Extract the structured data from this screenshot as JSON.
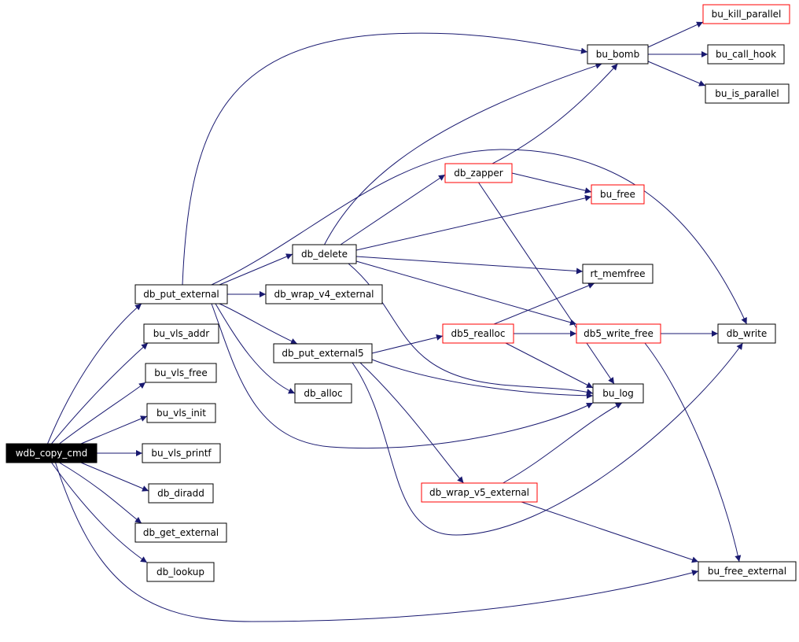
{
  "graph": {
    "nodes": [
      {
        "id": "wdb_copy_cmd",
        "label": "wdb_copy_cmd",
        "style": "root"
      },
      {
        "id": "db_put_external",
        "label": "db_put_external",
        "style": "plain"
      },
      {
        "id": "bu_vls_addr",
        "label": "bu_vls_addr",
        "style": "plain"
      },
      {
        "id": "bu_vls_free",
        "label": "bu_vls_free",
        "style": "plain"
      },
      {
        "id": "bu_vls_init",
        "label": "bu_vls_init",
        "style": "plain"
      },
      {
        "id": "bu_vls_printf",
        "label": "bu_vls_printf",
        "style": "plain"
      },
      {
        "id": "db_diradd",
        "label": "db_diradd",
        "style": "plain"
      },
      {
        "id": "db_get_external",
        "label": "db_get_external",
        "style": "plain"
      },
      {
        "id": "db_lookup",
        "label": "db_lookup",
        "style": "plain"
      },
      {
        "id": "db_delete",
        "label": "db_delete",
        "style": "plain"
      },
      {
        "id": "db_wrap_v4_external",
        "label": "db_wrap_v4_external",
        "style": "plain"
      },
      {
        "id": "db_put_external5",
        "label": "db_put_external5",
        "style": "plain"
      },
      {
        "id": "db_alloc",
        "label": "db_alloc",
        "style": "plain"
      },
      {
        "id": "db_zapper",
        "label": "db_zapper",
        "style": "linked"
      },
      {
        "id": "db5_realloc",
        "label": "db5_realloc",
        "style": "linked"
      },
      {
        "id": "db_wrap_v5_external",
        "label": "db_wrap_v5_external",
        "style": "linked"
      },
      {
        "id": "bu_bomb",
        "label": "bu_bomb",
        "style": "plain"
      },
      {
        "id": "bu_free",
        "label": "bu_free",
        "style": "linked"
      },
      {
        "id": "rt_memfree",
        "label": "rt_memfree",
        "style": "plain"
      },
      {
        "id": "db5_write_free",
        "label": "db5_write_free",
        "style": "linked"
      },
      {
        "id": "bu_log",
        "label": "bu_log",
        "style": "plain"
      },
      {
        "id": "bu_kill_parallel",
        "label": "bu_kill_parallel",
        "style": "linked"
      },
      {
        "id": "bu_call_hook",
        "label": "bu_call_hook",
        "style": "plain"
      },
      {
        "id": "bu_is_parallel",
        "label": "bu_is_parallel",
        "style": "plain"
      },
      {
        "id": "db_write",
        "label": "db_write",
        "style": "plain"
      },
      {
        "id": "bu_free_external",
        "label": "bu_free_external",
        "style": "plain"
      }
    ],
    "edges": [
      [
        "wdb_copy_cmd",
        "db_put_external"
      ],
      [
        "wdb_copy_cmd",
        "bu_vls_addr"
      ],
      [
        "wdb_copy_cmd",
        "bu_vls_free"
      ],
      [
        "wdb_copy_cmd",
        "bu_vls_init"
      ],
      [
        "wdb_copy_cmd",
        "bu_vls_printf"
      ],
      [
        "wdb_copy_cmd",
        "db_diradd"
      ],
      [
        "wdb_copy_cmd",
        "db_get_external"
      ],
      [
        "wdb_copy_cmd",
        "db_lookup"
      ],
      [
        "wdb_copy_cmd",
        "bu_free_external"
      ],
      [
        "db_put_external",
        "bu_bomb"
      ],
      [
        "db_put_external",
        "db_write"
      ],
      [
        "db_put_external",
        "db_delete"
      ],
      [
        "db_put_external",
        "db_wrap_v4_external"
      ],
      [
        "db_put_external",
        "db_put_external5"
      ],
      [
        "db_put_external",
        "db_alloc"
      ],
      [
        "db_put_external",
        "bu_log"
      ],
      [
        "db_delete",
        "bu_bomb"
      ],
      [
        "db_delete",
        "db_zapper"
      ],
      [
        "db_delete",
        "bu_free"
      ],
      [
        "db_delete",
        "rt_memfree"
      ],
      [
        "db_delete",
        "db5_write_free"
      ],
      [
        "db_delete",
        "bu_log"
      ],
      [
        "db_zapper",
        "bu_bomb"
      ],
      [
        "db_zapper",
        "bu_free"
      ],
      [
        "db_zapper",
        "bu_log"
      ],
      [
        "db_put_external5",
        "db5_realloc"
      ],
      [
        "db_put_external5",
        "bu_log"
      ],
      [
        "db_put_external5",
        "db_wrap_v5_external"
      ],
      [
        "db_put_external5",
        "db_write"
      ],
      [
        "db5_realloc",
        "rt_memfree"
      ],
      [
        "db5_realloc",
        "db5_write_free"
      ],
      [
        "db5_realloc",
        "bu_log"
      ],
      [
        "db5_write_free",
        "db_write"
      ],
      [
        "db5_write_free",
        "bu_free_external"
      ],
      [
        "db_wrap_v5_external",
        "bu_log"
      ],
      [
        "db_wrap_v5_external",
        "bu_free_external"
      ],
      [
        "bu_bomb",
        "bu_kill_parallel"
      ],
      [
        "bu_bomb",
        "bu_call_hook"
      ],
      [
        "bu_bomb",
        "bu_is_parallel"
      ]
    ],
    "colors": {
      "edge": "#191970",
      "plain_border": "#000000",
      "linked_border": "#ff0000",
      "root_fill": "#000000",
      "root_text": "#ffffff",
      "node_fill": "#ffffff",
      "text": "#000000"
    }
  }
}
